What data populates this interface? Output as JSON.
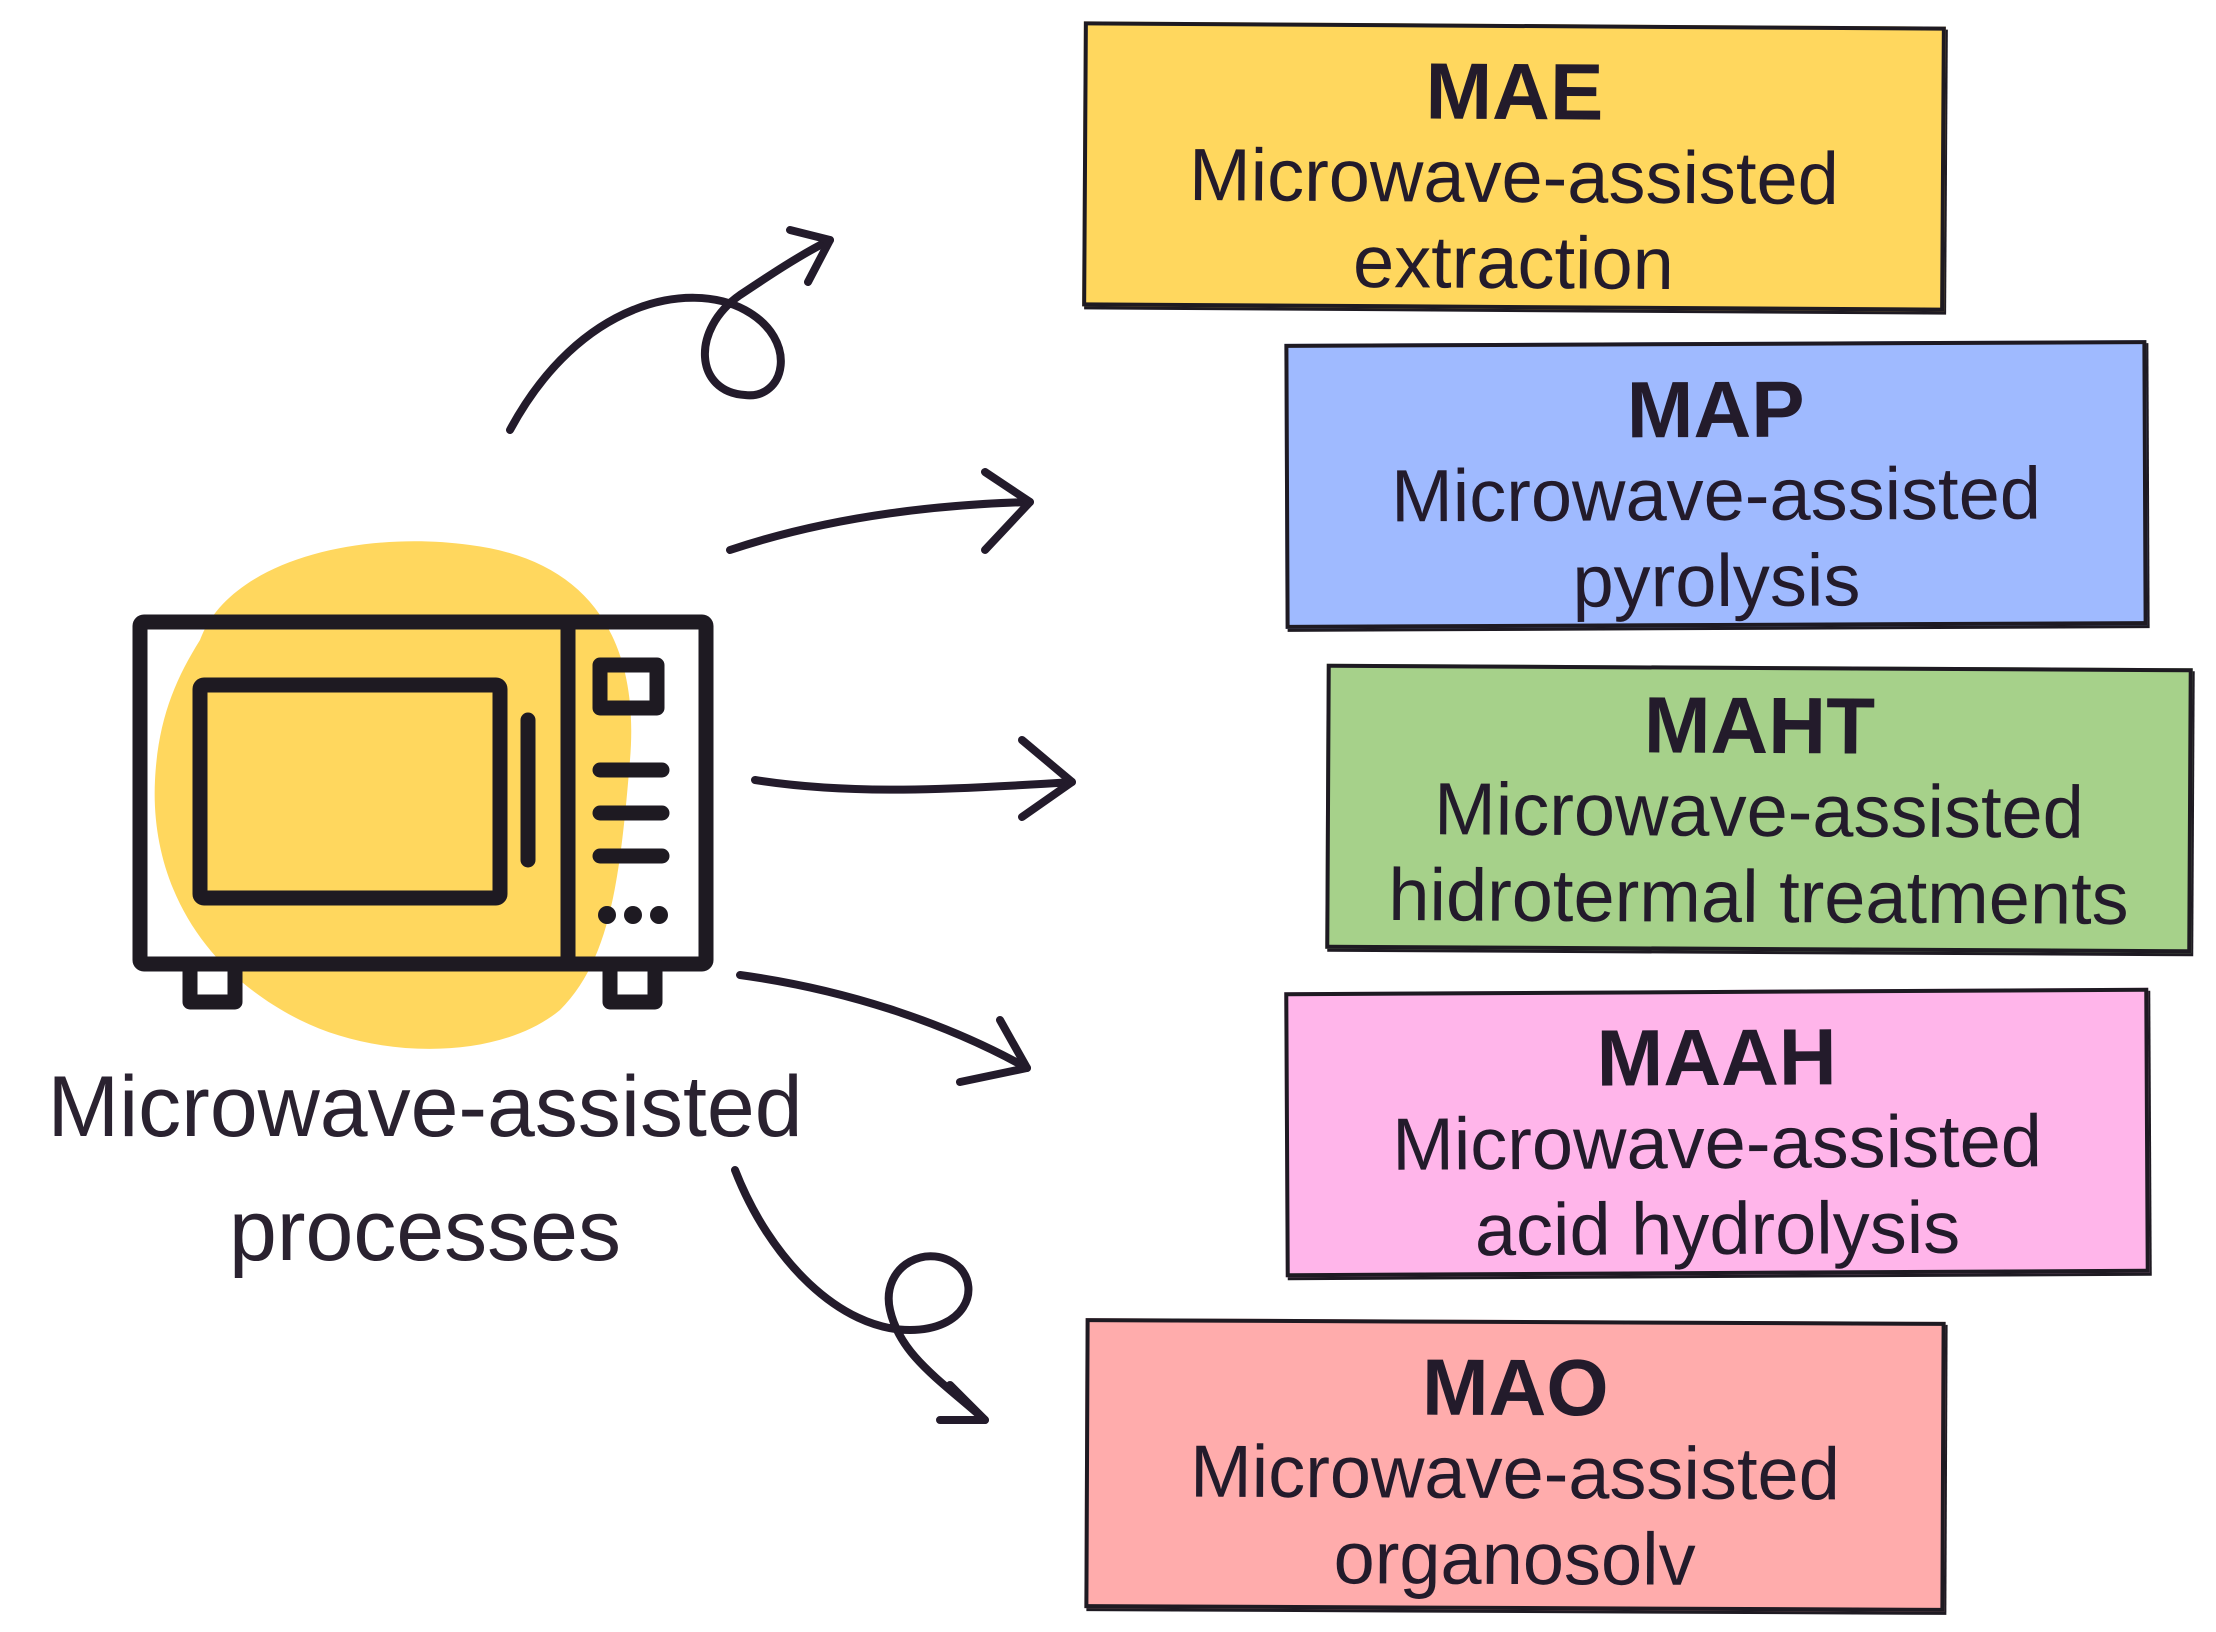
{
  "source": {
    "line1": "Microwave-assisted",
    "line2": "processes",
    "icon": "microwave-icon"
  },
  "colors": {
    "blob": "#ffd75e",
    "ink": "#231b2b"
  },
  "processes": [
    {
      "abbr": "MAE",
      "line1": "Microwave-assisted",
      "line2": "extraction",
      "color": "#ffd75e"
    },
    {
      "abbr": "MAP",
      "line1": "Microwave-assisted",
      "line2": "pyrolysis",
      "color": "#9fbaff"
    },
    {
      "abbr": "MAHT",
      "line1": "Microwave-assisted",
      "line2": "hidrotermal treatments",
      "color": "#a6d18a"
    },
    {
      "abbr": "MAAH",
      "line1": "Microwave-assisted",
      "line2": "acid hydrolysis",
      "color": "#ffb5ea"
    },
    {
      "abbr": "MAO",
      "line1": "Microwave-assisted",
      "line2": "organosolv",
      "color": "#ffacac"
    }
  ]
}
